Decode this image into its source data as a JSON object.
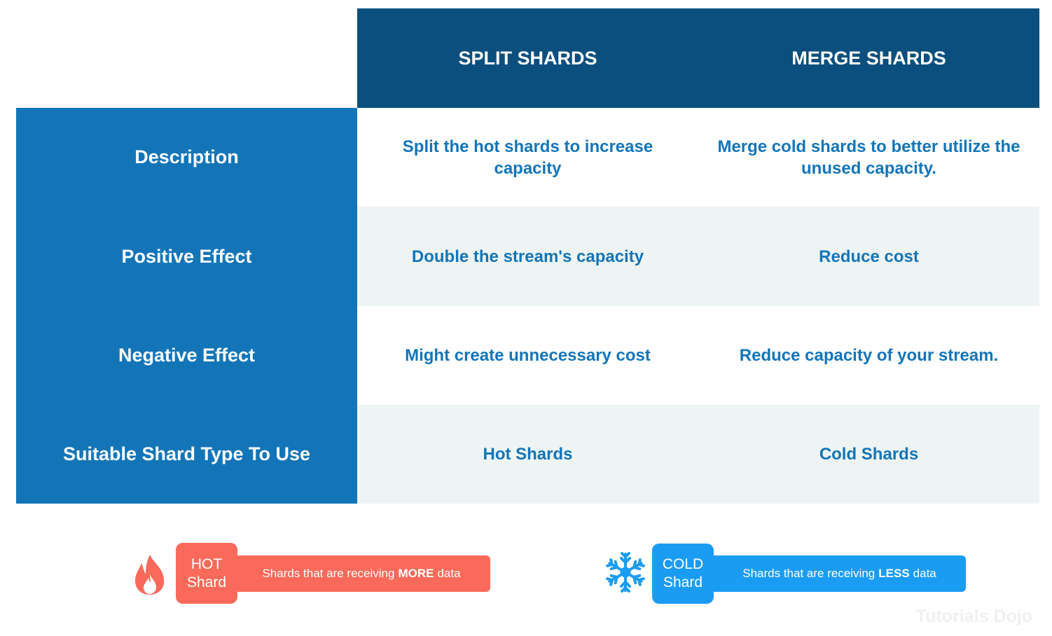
{
  "table": {
    "columns": [
      "SPLIT SHARDS",
      "MERGE SHARDS"
    ],
    "rows": [
      {
        "label": "Description",
        "split": "Split the hot shards to increase capacity",
        "merge": "Merge cold shards to better utilize the unused capacity."
      },
      {
        "label": "Positive Effect",
        "split": "Double the stream's capacity",
        "merge": "Reduce cost"
      },
      {
        "label": "Negative Effect",
        "split": "Might create unnecessary cost",
        "merge": "Reduce capacity of your stream."
      },
      {
        "label": "Suitable Shard Type To Use",
        "split": "Hot Shards",
        "merge": "Cold Shards"
      }
    ]
  },
  "legend": {
    "hot": {
      "badge_line1": "HOT",
      "badge_line2": "Shard",
      "text_before": "Shards that are receiving",
      "text_bold": "MORE",
      "text_after": "data",
      "icon": "flame-icon",
      "color": "#fa6a5a"
    },
    "cold": {
      "badge_line1": "COLD",
      "badge_line2": "Shard",
      "text_before": "Shards that are receiving",
      "text_bold": "LESS",
      "text_after": "data",
      "icon": "snowflake-icon",
      "color": "#1b9cf3"
    }
  },
  "watermark": "Tutorials Dojo",
  "colors": {
    "header_bg": "#0a4f7e",
    "side_bg": "#1375b8",
    "cell_text": "#1375b8",
    "alt_row_bg": "#eef4f3"
  }
}
